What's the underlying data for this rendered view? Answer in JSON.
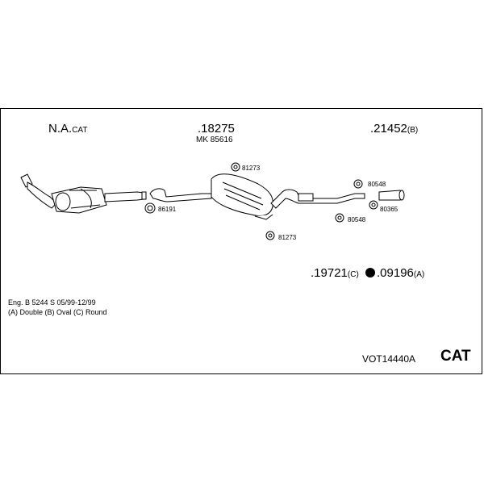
{
  "header": {
    "na_main": "N.A.",
    "na_sub": "CAT",
    "part_center": ".18275",
    "part_center_sub": "MK 85616",
    "part_right": ".21452",
    "part_right_suffix": "(B)"
  },
  "labels": {
    "clip_81273_top": "81273",
    "clip_81273_bottom": "81273",
    "clamp_86191": "86191",
    "hanger_80548_top": "80548",
    "hanger_80548_bottom": "80548",
    "clamp_80365": "80365"
  },
  "bottom_parts": {
    "p1": ".19721",
    "p1_suffix": "(C)",
    "p2": ".09196",
    "p2_suffix": "(A)"
  },
  "notes": {
    "line1": "Eng. B 5244 S   05/99-12/99",
    "line2": "(A) Double (B) Oval (C) Round"
  },
  "footer": {
    "code": "VOT14440A",
    "cat": "CAT"
  }
}
